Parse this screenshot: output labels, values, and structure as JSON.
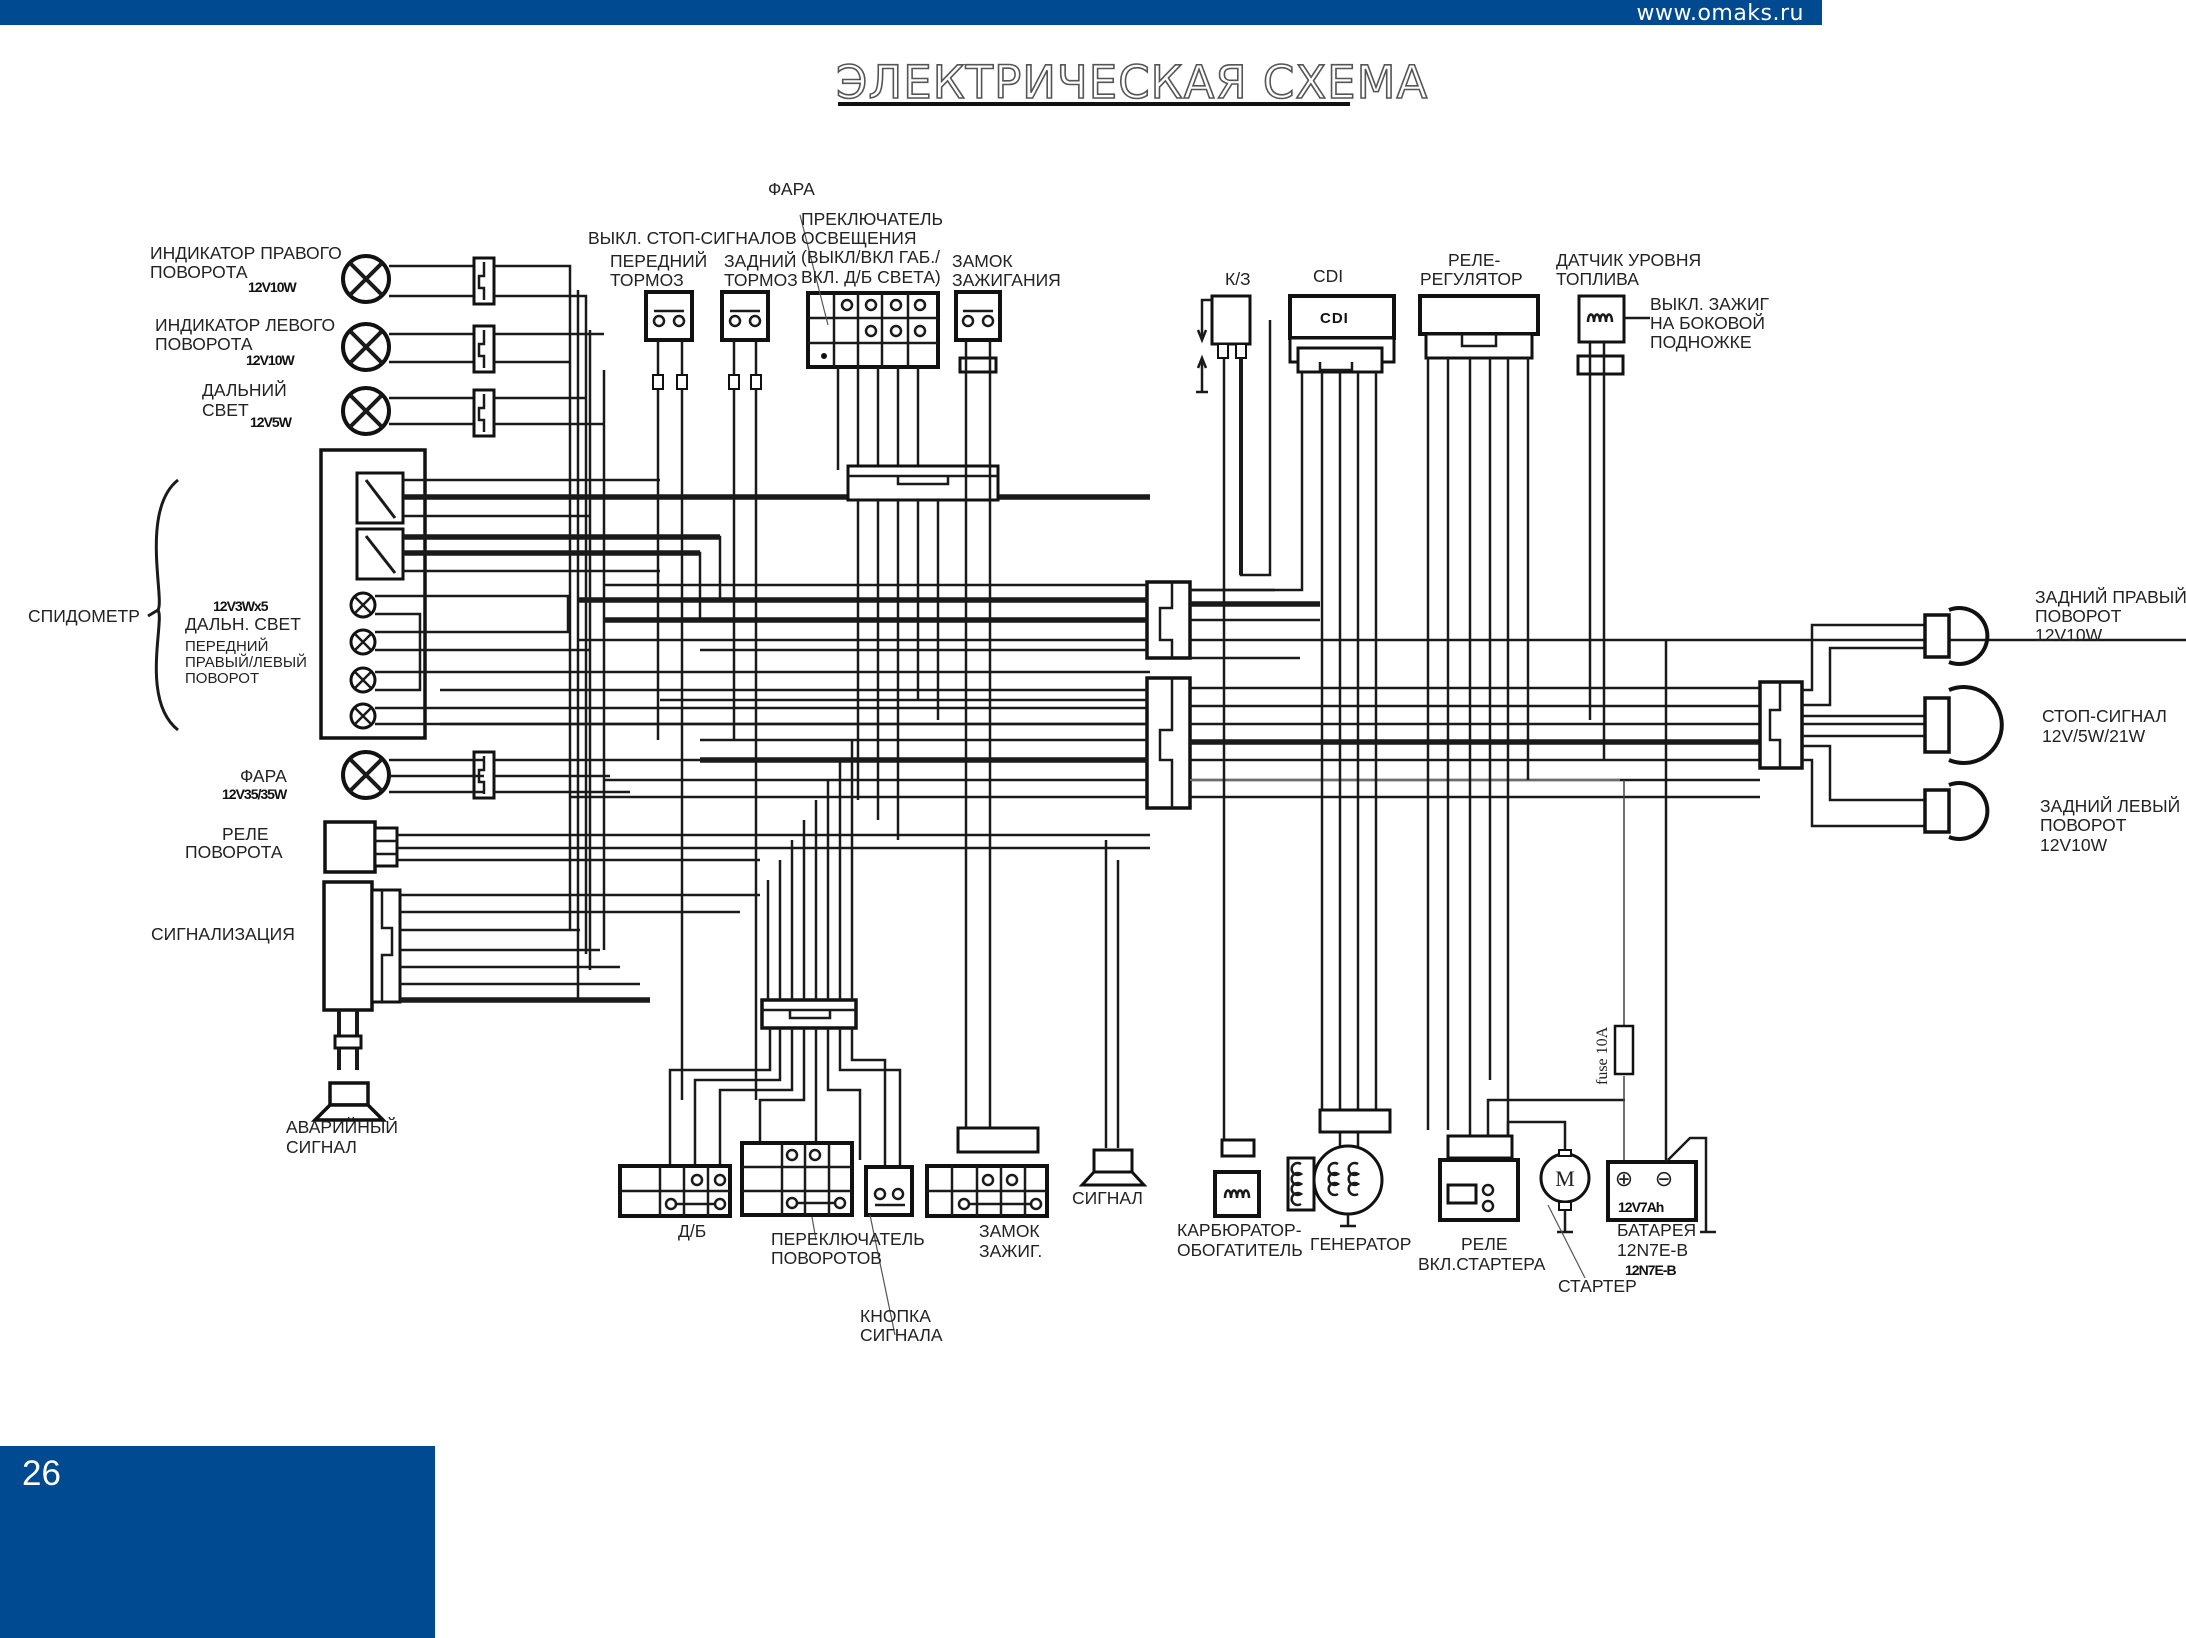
{
  "header": {
    "site_url": "www.omaks.ru",
    "brand_color": "#004a91"
  },
  "page": {
    "title": "ЭЛЕКТРИЧЕСКАЯ СХЕМА",
    "number": "26"
  },
  "left_components": {
    "right_turn_indicator": {
      "label_line1": "ИНДИКАТОР ПРАВОГО",
      "label_line2": "ПОВОРОТА",
      "rating": "12V10W"
    },
    "left_turn_indicator": {
      "label_line1": "ИНДИКАТОР ЛЕВОГО",
      "label_line2": "ПОВОРОТА",
      "rating": "12V10W"
    },
    "high_beam": {
      "label_line1": "ДАЛЬНИЙ",
      "label_line2": "СВЕТ",
      "rating": "12V5W"
    },
    "speedometer": {
      "label": "СПИДОМЕТР",
      "rating": "12V3Wx5",
      "line1": "ДАЛЬН. СВЕТ",
      "line2": "ПЕРЕДНИЙ",
      "line3": "ПРАВЫЙ/ЛЕВЫЙ",
      "line4": "ПОВОРОТ"
    },
    "headlight": {
      "label": "ФАРА",
      "rating": "12V35/35W"
    },
    "turn_relay": {
      "label_line1": "РЕЛЕ",
      "label_line2": "ПОВОРОТА"
    },
    "alarm": {
      "label": "СИГНАЛИЗАЦИЯ"
    },
    "hazard_signal": {
      "label_line1": "АВАРИЙНЫЙ",
      "label_line2": "СИГНАЛ"
    }
  },
  "top_components": {
    "brake_switches": {
      "label": "ВЫКЛ. СТОП-СИГНАЛОВ"
    },
    "front_brake": {
      "label_line1": "ПЕРЕДНИЙ",
      "label_line2": "ТОРМОЗ"
    },
    "rear_brake": {
      "label_line1": "ЗАДНИЙ",
      "label_line2": "ТОРМОЗ"
    },
    "headlamp_pointer": {
      "label": "ФАРА"
    },
    "light_switch": {
      "label_line1": "ПРЕКЛЮЧАТЕЛЬ",
      "label_line2": "ОСВЕЩЕНИЯ",
      "label_line3": "(ВЫКЛ/ВКЛ ГАБ./",
      "label_line4": "ВКЛ. Д/Б СВЕТА)"
    },
    "ignition_lock": {
      "label_line1": "ЗАМОК",
      "label_line2": "ЗАЖИГАНИЯ"
    },
    "short_circuit": {
      "label": "К/З"
    },
    "cdi": {
      "label": "CDI",
      "inner": "CDI"
    },
    "regulator": {
      "label_line1": "РЕЛЕ-",
      "label_line2": "РЕГУЛЯТОР"
    },
    "fuel_sensor": {
      "label_line1": "ДАТЧИК УРОВНЯ",
      "label_line2": "ТОПЛИВА"
    },
    "side_stand": {
      "label_line1": "ВЫКЛ. ЗАЖИГ",
      "label_line2": "НА БОКОВОЙ",
      "label_line3": "ПОДНОЖКЕ"
    }
  },
  "right_components": {
    "rear_right_turn": {
      "label_line1": "ЗАДНИЙ ПРАВЫЙ",
      "label_line2": "ПОВОРОТ",
      "rating": "12V10W"
    },
    "stop_signal": {
      "label_line1": "СТОП-СИГНАЛ",
      "rating": "12V/5W/21W"
    },
    "rear_left_turn": {
      "label_line1": "ЗАДНИЙ ЛЕВЫЙ",
      "label_line2": "ПОВОРОТ",
      "rating": "12V10W"
    }
  },
  "bottom_components": {
    "dimmer": {
      "label": "Д/Б"
    },
    "turn_switch": {
      "label_line1": "ПЕРЕКЛЮЧАТЕЛЬ",
      "label_line2": "ПОВОРОТОВ"
    },
    "horn_button": {
      "label_line1": "КНОПКА",
      "label_line2": "СИГНАЛА"
    },
    "ignition_lock": {
      "label_line1": "ЗАМОК",
      "label_line2": "ЗАЖИГ."
    },
    "horn": {
      "label": "СИГНАЛ"
    },
    "carb_enricher": {
      "label_line1": "КАРБЮРАТОР-",
      "label_line2": "ОБОГАТИТЕЛЬ"
    },
    "generator": {
      "label": "ГЕНЕРАТОР"
    },
    "starter_relay": {
      "label_line1": "РЕЛЕ",
      "label_line2": "ВКЛ.СТАРТЕРА"
    },
    "starter": {
      "label": "СТАРТЕР",
      "motor_symbol": "M"
    },
    "fuse": {
      "label": "fuse 10A"
    },
    "battery": {
      "label": "БАТАРЕЯ",
      "model": "12N7E-B",
      "model_bold": "12N7E-B",
      "rating": "12V7Ah",
      "plus": "⊕",
      "minus": "⊖"
    }
  }
}
